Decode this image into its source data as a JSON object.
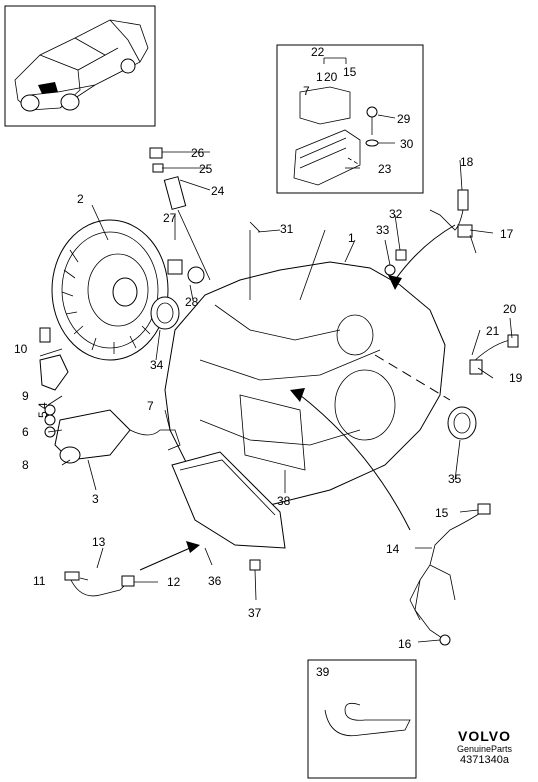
{
  "callouts": {
    "c1": "1",
    "c2": "2",
    "c3": "3",
    "c4": "4",
    "c5": "5",
    "c6": "6",
    "c7a": "7",
    "c7b": "7",
    "c8": "8",
    "c9": "9",
    "c10": "10",
    "c11": "11",
    "c12": "12",
    "c13": "13",
    "c14": "14",
    "c15": "15",
    "c16": "16",
    "c17": "17",
    "c18": "18",
    "c19": "19",
    "c20a": "20",
    "c20b": "20",
    "c21": "21",
    "c22": "22",
    "c23": "23",
    "c24": "24",
    "c25": "25",
    "c26": "26",
    "c27": "27",
    "c28": "28",
    "c29": "29",
    "c30": "30",
    "c31": "31",
    "c32": "32",
    "c33": "33",
    "c34": "34",
    "c35": "35",
    "c36": "36",
    "c37": "37",
    "c38": "38",
    "c39": "39",
    "inset_15": "15",
    "inset_1": "1"
  },
  "brand": {
    "name": "VOLVO",
    "subtitle": "GenuineParts",
    "code": "4371340a"
  }
}
